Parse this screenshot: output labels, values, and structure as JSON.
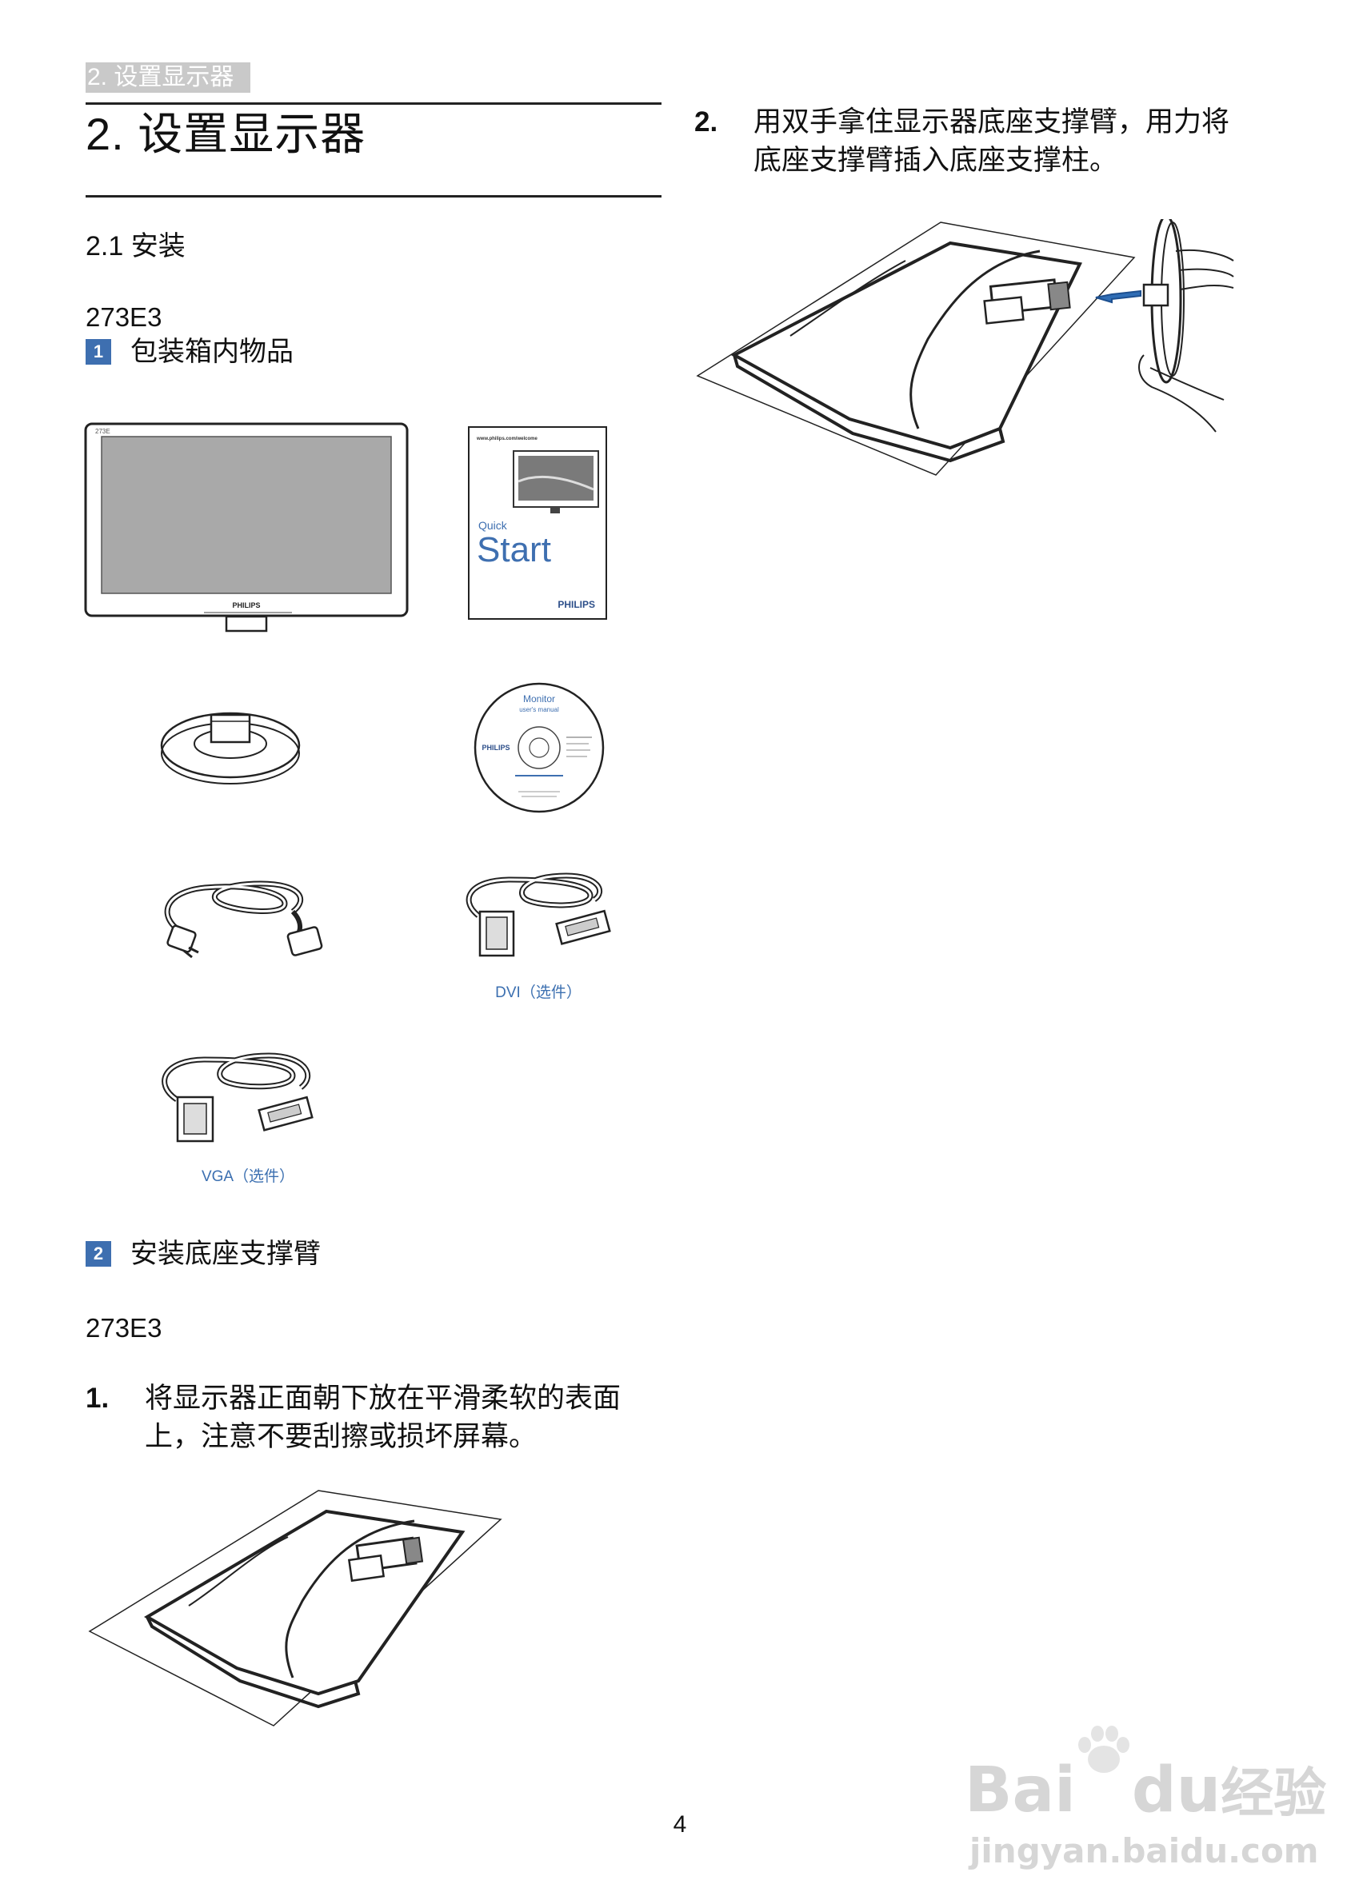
{
  "header": {
    "tab_label": "2. 设置显示器",
    "title": "2. 设置显示器"
  },
  "section": {
    "heading": "2.1 安装"
  },
  "step1": {
    "model": "273E3",
    "badge": "1",
    "label": "包装箱内物品"
  },
  "package_contents": {
    "monitor_corner_text": "273E",
    "monitor_brand": "PHILIPS",
    "guide_brand_line": "www.philips.com/welcome",
    "guide_title_small": "Quick",
    "guide_title_big": "Start",
    "guide_brand": "PHILIPS",
    "disc_title": "Monitor",
    "disc_subtitle": "user's manual",
    "disc_brand": "PHILIPS",
    "dvi_caption": "DVI（选件）",
    "vga_caption": "VGA（选件）"
  },
  "step2": {
    "badge": "2",
    "label": "安装底座支撑臂",
    "model": "273E3"
  },
  "instructions": [
    {
      "num": "1.",
      "line1": "将显示器正面朝下放在平滑柔软的表面",
      "line2": "上，注意不要刮擦或损坏屏幕。"
    },
    {
      "num": "2.",
      "line1": "用双手拿住显示器底座支撑臂，用力将",
      "line2": "底座支撑臂插入底座支撑柱。"
    }
  ],
  "footer": {
    "page_number": "4"
  },
  "watermark": {
    "brand": "Bai",
    "brand_du": "du",
    "brand_suffix": "经验",
    "url": "jingyan.baidu.com"
  },
  "colors": {
    "accent_blue": "#3e6fb0",
    "tab_gray": "#c9c9c9",
    "arrow_blue": "#2f6db5"
  }
}
